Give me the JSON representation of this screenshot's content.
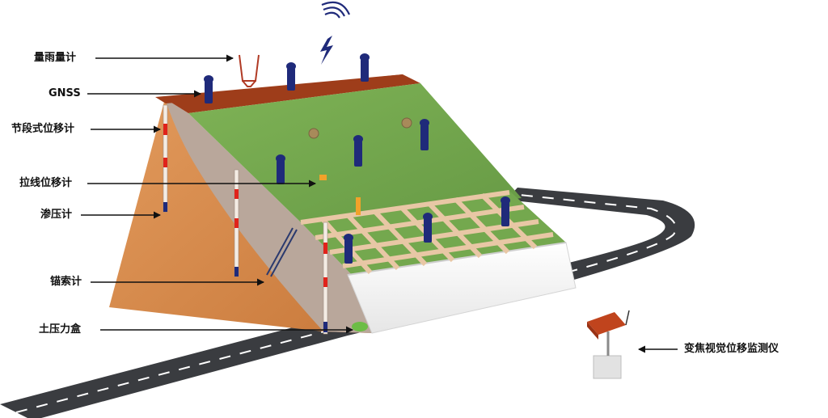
{
  "labels": {
    "rain_gauge": "量雨量计",
    "gnss": "GNSS",
    "segmented_displacement": "节段式位移计",
    "wire_displacement": "拉线位移计",
    "piezometer": "渗压计",
    "anchor_meter": "锚索计",
    "earth_pressure_cell": "土压力盒",
    "zoom_visual_monitor": "变焦视觉位移监测仪"
  },
  "colors": {
    "grass": "#74a84e",
    "soil": "#d98a4a",
    "cut_face": "#b9a79b",
    "crest": "#9e3d1a",
    "road": "#3a3c40",
    "retaining_wall": "#f3f3f3",
    "lattice_beam": "#e8c7a5",
    "sensor_post": "#1f2a7a",
    "device_red": "#c0441d"
  },
  "icons": {
    "wireless_signal": "wireless-signal-icon"
  }
}
